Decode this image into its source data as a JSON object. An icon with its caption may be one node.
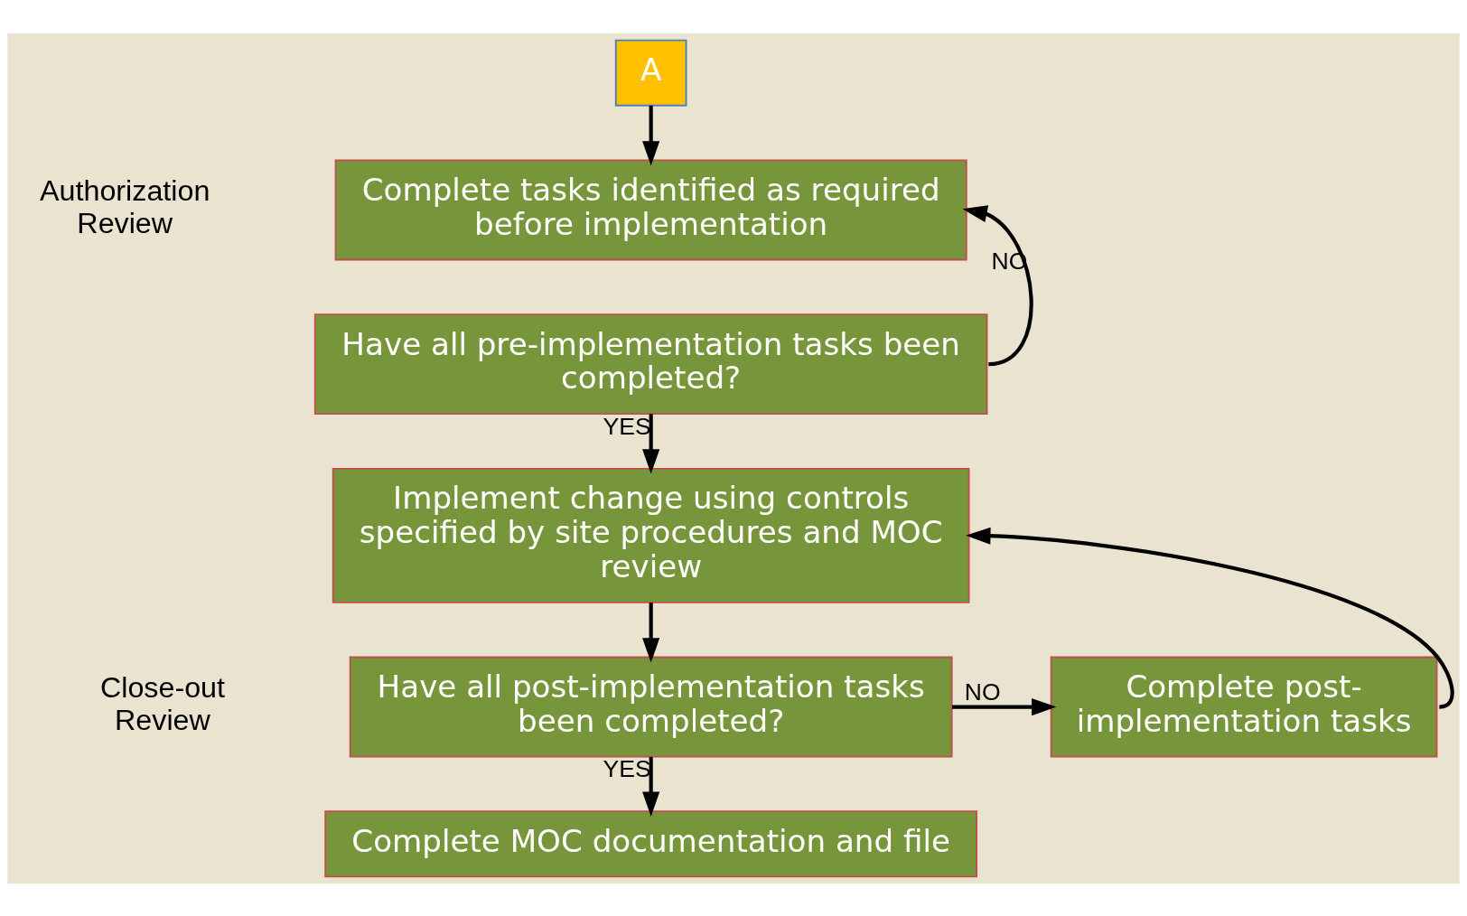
{
  "diagram": {
    "nodes": [
      {
        "text": [
          "A"
        ]
      },
      {
        "text": [
          "Complete tasks identified as required before implementation"
        ]
      },
      {
        "text": [
          "Have all pre-implementation tasks been completed?"
        ]
      },
      {
        "text": [
          "Implement change using controls specified by site procedures and MOC review"
        ]
      },
      {
        "text": [
          "Have all post-implementation tasks been completed?"
        ]
      },
      {
        "text": [
          "Complete post-implementation tasks"
        ]
      },
      {
        "text": [
          "Complete MOC documentation and file"
        ]
      }
    ],
    "edges": [
      {
        "from": 0,
        "to": 1,
        "arrow": "to"
      },
      {
        "from": 2,
        "to": 1,
        "arrow": "to",
        "label": "NO"
      },
      {
        "from": 2,
        "to": 3,
        "arrow": "to",
        "label": "YES"
      },
      {
        "from": 3,
        "to": 4,
        "arrow": "to"
      },
      {
        "from": 4,
        "to": 5,
        "arrow": "to",
        "label": "NO"
      },
      {
        "from": 5,
        "to": 3,
        "arrow": "to"
      },
      {
        "from": 4,
        "to": 6,
        "arrow": "to",
        "label": "YES"
      }
    ],
    "labels": [
      "Authorization Review",
      "Close-out Review"
    ]
  }
}
